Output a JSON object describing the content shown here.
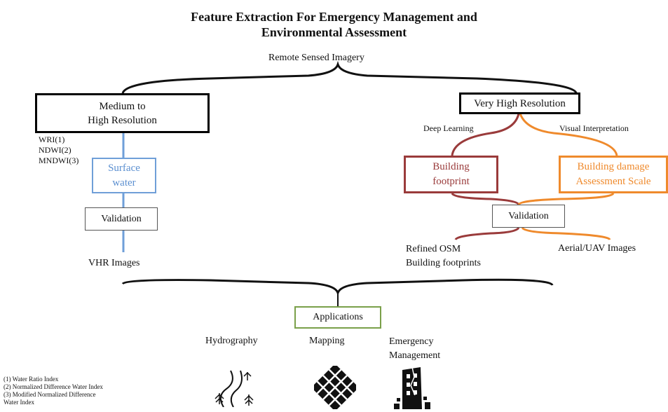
{
  "title": {
    "line1": "Feature Extraction For Emergency Management and",
    "line2": "Environmental Assessment"
  },
  "nodes": {
    "source": "Remote Sensed Imagery",
    "medium_line1": "Medium to",
    "medium_line2": "High Resolution",
    "vhr": "Very High Resolution",
    "indices": [
      "WRI(1)",
      "NDWI(2)",
      "MNDWI(3)"
    ],
    "surface_water_line1": "Surface",
    "surface_water_line2": "water",
    "validation_left": "Validation",
    "vhr_images": "VHR Images",
    "deep_learning": "Deep Learning",
    "visual_interpretation": "Visual Interpretation",
    "building_footprint_line1": "Building",
    "building_footprint_line2": "footprint",
    "damage_scale_line1": "Building  damage",
    "damage_scale_line2": "Assessment Scale",
    "validation_right": "Validation",
    "osm_line1": "Refined  OSM",
    "osm_line2": "Building footprints",
    "aerial": "Aerial/UAV  Images",
    "applications": "Applications"
  },
  "applications": {
    "hydrography": "Hydrography",
    "mapping": "Mapping",
    "emergency_line1": "Emergency",
    "emergency_line2": "Management"
  },
  "footnotes": [
    "(1) Water Ratio Index",
    "(2) Normalized Difference Water Index",
    "(3) Modified Normalized Difference",
    "Water Index"
  ],
  "colors": {
    "blue": "#6f9fd8",
    "dark_red": "#9a3b3b",
    "orange": "#ef8a2c",
    "green": "#7aa04a"
  },
  "icons": [
    "river-icon",
    "city-map-icon",
    "damaged-building-icon"
  ]
}
